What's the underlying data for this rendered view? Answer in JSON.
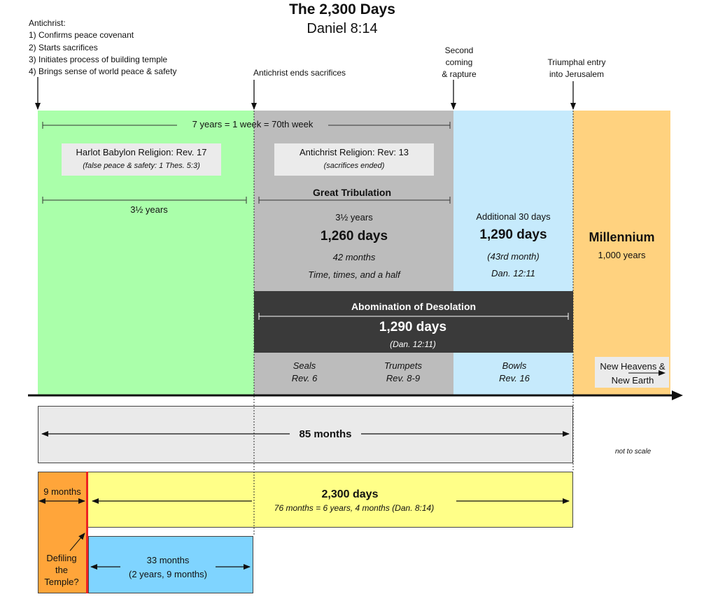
{
  "title": {
    "main": "The 2,300 Days",
    "sub": "Daniel 8:14"
  },
  "antichrist": {
    "heading": "Antichrist:",
    "items": [
      "1) Confirms peace covenant",
      "2) Starts sacrifices",
      "3) Initiates process of building temple",
      "4) Brings sense of world peace & safety"
    ]
  },
  "events": {
    "ends_sacrifices": "Antichrist ends sacrifices",
    "second_coming": [
      "Second",
      "coming",
      "& rapture"
    ],
    "triumphal": [
      "Triumphal entry",
      "into Jerusalem"
    ]
  },
  "week_label": "7 years = 1 week = 70th week",
  "harlot": {
    "title": "Harlot Babylon Religion: Rev. 17",
    "sub": "(false peace & safety: 1 Thes. 5:3)"
  },
  "antichrist_religion": {
    "title": "Antichrist Religion: Rev: 13",
    "sub": "(sacrifices ended)"
  },
  "first_half": "3½ years",
  "great_trib": {
    "title": "Great Tribulation",
    "years": "3½ years",
    "days": "1,260 days",
    "months": "42 months",
    "times": "Time, times, and a half"
  },
  "additional": {
    "title": "Additional 30 days",
    "days": "1,290 days",
    "month": "(43rd month)",
    "ref": "Dan. 12:11"
  },
  "millennium": {
    "title": "Millennium",
    "sub": "1,000 years"
  },
  "abomination": {
    "title": "Abomination of Desolation",
    "days": "1,290 days",
    "ref": "(Dan. 12:11)"
  },
  "judgments": {
    "seals": [
      "Seals",
      "Rev. 6"
    ],
    "trumpets": [
      "Trumpets",
      "Rev. 8-9"
    ],
    "bowls": [
      "Bowls",
      "Rev. 16"
    ]
  },
  "new_heavens": [
    "New Heavens &",
    "New Earth"
  ],
  "months85": "85 months",
  "not_to_scale": "not to scale",
  "days2300": {
    "title": "2,300 days",
    "sub": "76 months = 6 years, 4 months (Dan. 8:14)"
  },
  "nine_months": "9 months",
  "defiling": [
    "Defiling",
    "the",
    "Temple?"
  ],
  "thirtythree": {
    "title": "33 months",
    "sub": "(2 years, 9 months)"
  },
  "colors": {
    "green": "#aaffaa",
    "gray": "#bcbcbc",
    "lightblue": "#c6eafc",
    "orange": "#ffd27f",
    "dark": "#3a3a3a",
    "yellow": "#ffff88",
    "amber": "#ffa53a",
    "cyan": "#7fd4ff",
    "red": "#ee2222"
  }
}
